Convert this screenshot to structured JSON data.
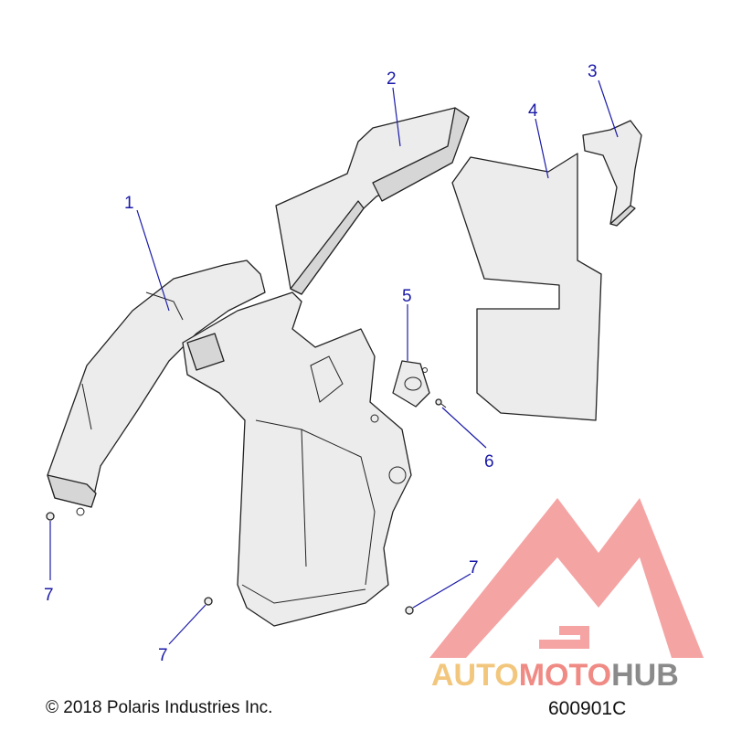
{
  "diagram": {
    "callouts": [
      {
        "id": "1",
        "label": "1"
      },
      {
        "id": "2",
        "label": "2"
      },
      {
        "id": "3",
        "label": "3"
      },
      {
        "id": "4",
        "label": "4"
      },
      {
        "id": "5",
        "label": "5"
      },
      {
        "id": "6",
        "label": "6"
      },
      {
        "id": "7a",
        "label": "7"
      },
      {
        "id": "7b",
        "label": "7"
      },
      {
        "id": "7c",
        "label": "7"
      }
    ],
    "copyright": "© 2018 Polaris Industries Inc.",
    "figure_number": "600901C"
  },
  "watermark": {
    "part1": "AUTO",
    "part2": "MOTO",
    "part3": "HUB",
    "colors": {
      "auto": "#f2c77d",
      "moto": "#f08a84",
      "hub": "#8a8a8a",
      "logo": "#f07070"
    }
  },
  "colors": {
    "callout": "#1a1aa8",
    "part_fill": "#ececec",
    "outline": "#222222"
  }
}
